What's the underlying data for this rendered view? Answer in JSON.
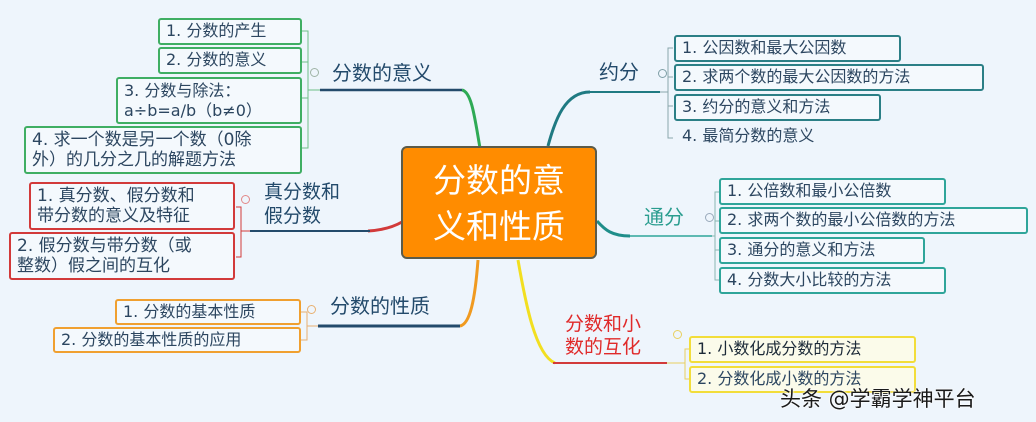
{
  "center": {
    "line1": "分数的意",
    "line2": "义和性质",
    "color": "#ff8c00"
  },
  "branches": {
    "meaning": {
      "title": "分数的意义",
      "color": "#3fae63",
      "items": [
        "1. 分数的产生",
        "2. 分数的意义",
        "3. 分数与除法：",
        "a÷b=a/b（b≠0）",
        "4. 求一个数是另一个数（0除",
        "外）的几分之几的解题方法"
      ]
    },
    "proper": {
      "title_line1": "真分数和",
      "title_line2": "假分数",
      "color": "#d23a3a",
      "items": [
        "1. 真分数、假分数和",
        "带分数的意义及特征",
        "2. 假分数与带分数（或",
        "整数）假之间的互化"
      ]
    },
    "property": {
      "title": "分数的性质",
      "color": "#f0a030",
      "items": [
        "1. 分数的基本性质",
        "2. 分数的基本性质的应用"
      ]
    },
    "reduce": {
      "title": "约分",
      "color": "#2b7f86",
      "items": [
        "1. 公因数和最大公因数",
        "2. 求两个数的最大公因数的方法",
        "3. 约分的意义和方法",
        "4. 最简分数的意义"
      ]
    },
    "common": {
      "title": "通分",
      "color": "#2fa59a",
      "items": [
        "1. 公倍数和最小公倍数",
        "2. 求两个数的最小公倍数的方法",
        "3. 通分的意义和方法",
        "4. 分数大小比较的方法"
      ]
    },
    "convert": {
      "title_line1": "分数和小",
      "title_line2": "数的互化",
      "color": "#e02a2a",
      "items": [
        "1. 小数化成分数的方法",
        "2. 分数化成小数的方法"
      ]
    }
  },
  "watermark": "头条 @学霸学神平台"
}
